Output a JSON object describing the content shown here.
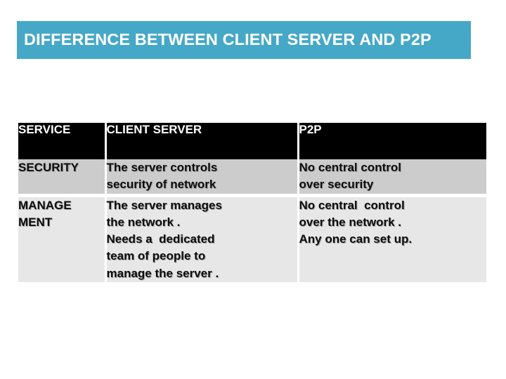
{
  "slide": {
    "title": "DIFFERENCE BETWEEN CLIENT SERVER AND P2P",
    "banner_color": "#45a8c6",
    "background_color": "#ffffff"
  },
  "table": {
    "header_background": "#000000",
    "header_text_color": "#ffffff",
    "divider_color": "#ffffff",
    "columns": [
      {
        "key": "service",
        "label": "SERVICE"
      },
      {
        "key": "client_server",
        "label": "CLIENT SERVER"
      },
      {
        "key": "p2p",
        "label": "P2P"
      }
    ],
    "rows": [
      {
        "name": "security",
        "background": "#cccccc",
        "service": "SECURITY",
        "client_server_lines": [
          "The server controls",
          "security of network"
        ],
        "p2p_lines": [
          "No central control",
          "over security"
        ]
      },
      {
        "name": "management",
        "background": "#e7e7e7",
        "service": "MANAGE\nMENT",
        "client_server_lines": [
          "The server manages",
          "the network .",
          "Needs a  dedicated",
          "team of people to",
          "manage the server ."
        ],
        "p2p_lines": [
          "No central  control",
          "over the network .",
          "Any one can set up."
        ]
      }
    ]
  }
}
